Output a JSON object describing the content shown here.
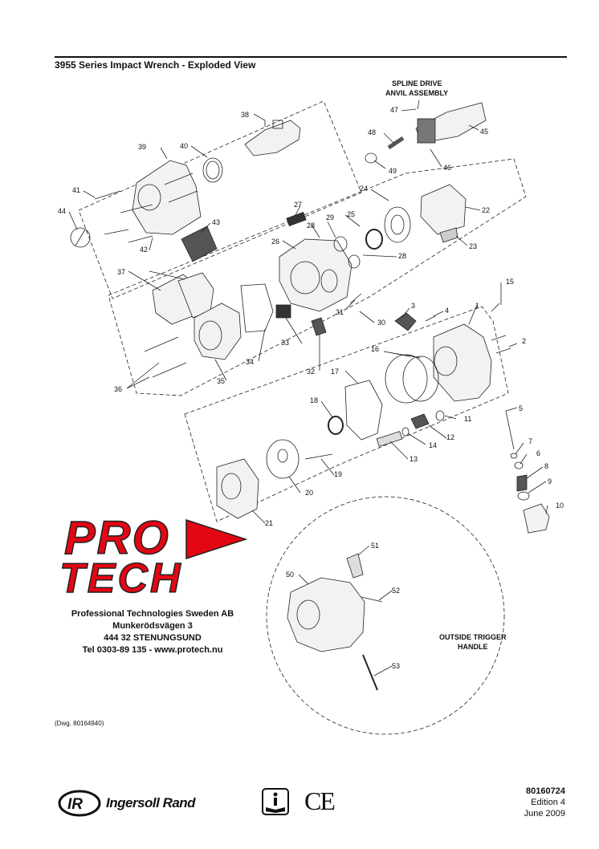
{
  "header": {
    "title": "3955 Series Impact Wrench - Exploded View"
  },
  "annotations": {
    "spline_drive_line1": "SPLINE DRIVE",
    "spline_drive_line2": "ANVIL ASSEMBLY",
    "outside_trigger_line1": "OUTSIDE TRIGGER",
    "outside_trigger_line2": "HANDLE",
    "logo_word1": "PRO",
    "logo_word2": "TECH"
  },
  "part_numbers": [
    "1",
    "2",
    "3",
    "4",
    "5",
    "6",
    "7",
    "8",
    "9",
    "10",
    "11",
    "12",
    "13",
    "14",
    "15",
    "16",
    "17",
    "18",
    "19",
    "20",
    "21",
    "22",
    "23",
    "24",
    "25",
    "26",
    "27",
    "28",
    "28",
    "29",
    "30",
    "31",
    "32",
    "33",
    "34",
    "35",
    "36",
    "37",
    "38",
    "39",
    "40",
    "41",
    "42",
    "43",
    "44",
    "45",
    "46",
    "47",
    "48",
    "49",
    "50",
    "51",
    "52",
    "53"
  ],
  "address": {
    "company": "Professional Technologies Sweden AB",
    "street": "Munkerödsvägen 3",
    "city": "444 32 STENUNGSUND",
    "contact": "Tel 0303-89 135  -  www.protech.nu"
  },
  "drawing_ref": "(Dwg. 80164940)",
  "footer": {
    "brand": "Ingersoll Rand",
    "brand_mark": "IR",
    "doc_number": "80160724",
    "edition": "Edition 4",
    "date": "June 2009"
  },
  "colors": {
    "logo_red": "#e30613",
    "ink": "#111111"
  }
}
